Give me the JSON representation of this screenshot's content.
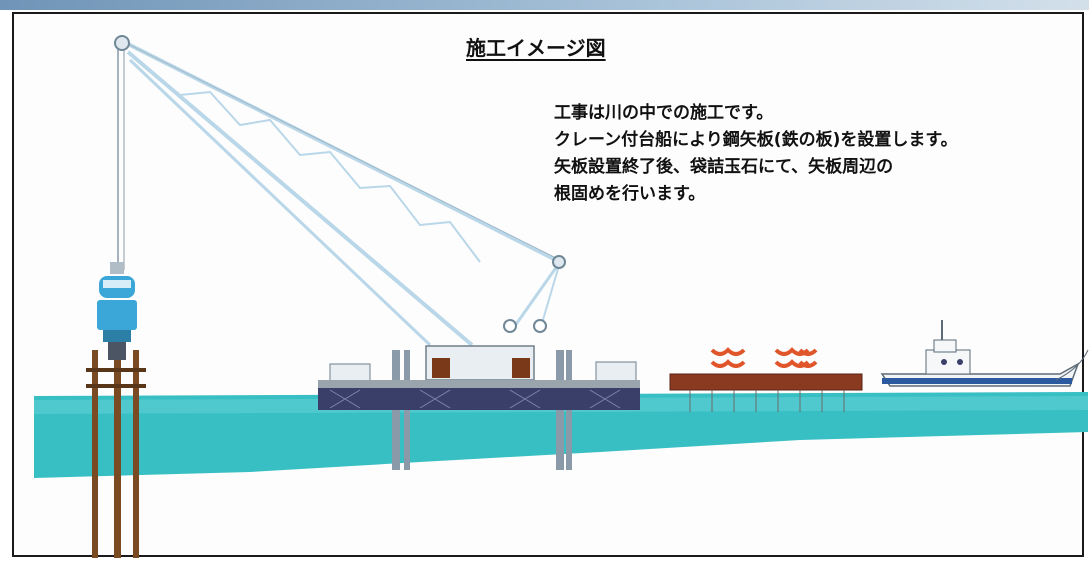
{
  "diagram": {
    "title": "施工イメージ図",
    "description_lines": [
      "工事は川の中での施工です。",
      "クレーン付台船により鋼矢板(鉄の板)を設置します。",
      "矢板設置終了後、袋詰玉石にて、矢板周辺の",
      "根固めを行います。"
    ]
  },
  "colors": {
    "water": "#37bfc4",
    "water_deep": "#2aa8ae",
    "crane": "#b9d7e8",
    "pile": "#7a4a22",
    "barge": "#3a3f6a",
    "stone_bags": "#e0562a",
    "hammer": "#3ba7d8"
  },
  "icons": [
    "crane-icon",
    "vibro-hammer-icon",
    "barge-icon",
    "tugboat-icon",
    "stone-bag-icon"
  ]
}
